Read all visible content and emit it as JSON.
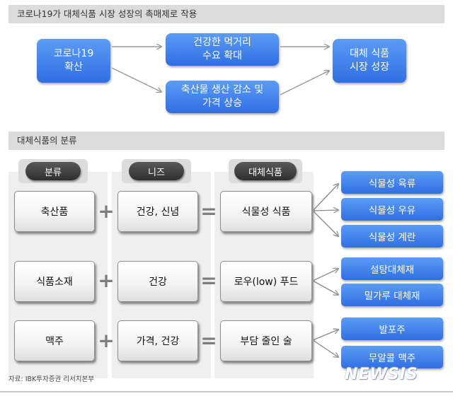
{
  "top_section": {
    "title": "코로나19가 대체식품 시장 성장의 촉매제로 작용",
    "nodes": {
      "covid": "코로나19\n확산",
      "health_demand": "건강한 먹거리\n수요 확대",
      "livestock_decline": "축산물 생산 감소 및\n가격 상승",
      "market_growth": "대체 식품\n시장 성장"
    }
  },
  "bottom_section": {
    "title": "대체식품의 분류",
    "headers": {
      "category": "분류",
      "needs": "니즈",
      "alt_food": "대체식품"
    },
    "rows": [
      {
        "category": "축산품",
        "need": "건강, 신념",
        "alt_food": "식물성 식품"
      },
      {
        "category": "식품소재",
        "need": "건강",
        "alt_food": "로우(low) 푸드"
      },
      {
        "category": "맥주",
        "need": "가격, 건강",
        "alt_food": "부담 줄인 술"
      }
    ],
    "plus": "+",
    "equals": "=",
    "outputs": [
      "식물성 육류",
      "식물성 우유",
      "식물성 계란",
      "설탕대체재",
      "밀가루 대체재",
      "발포주",
      "무알콜 맥주"
    ]
  },
  "source": "자료: IBK투자증권 리서치본부",
  "watermark": "NEWSIS",
  "colors": {
    "blue_top": "#5b9cf6",
    "blue_bottom": "#2f6fe3",
    "section_bar": "#dcdcdc",
    "pill": "#3a3a3a"
  }
}
